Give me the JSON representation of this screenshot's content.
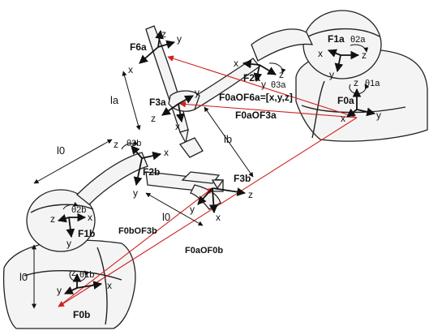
{
  "colors": {
    "vector_red": "#d21f1f",
    "ink": "#111111",
    "device_fill": "#f4f4f4"
  },
  "labels": {
    "F6a": "F6a",
    "F1a": "F1a",
    "theta2a": "θ2a",
    "F2a": "F2a",
    "theta3a": "θ3a",
    "F0aOF6a": "F0aOF6a=[x,y,z]",
    "F3a": "F3a",
    "F0aOF3a": "F0aOF3a",
    "theta1a": "θ1a",
    "F0a": "F0a",
    "la": "la",
    "lb_top": "lb",
    "l0_upper": "l0",
    "theta3b": "θ3b",
    "F2b": "F2b",
    "F3b": "F3b",
    "theta2b": "θ2b",
    "F1b": "F1b",
    "F0bOF3b": "F0bOF3b",
    "l0_mid": "l0",
    "F0aOF0b": "F0aOF0b",
    "l0_left": "l0",
    "theta1b": "θ1b",
    "F0b": "F0b"
  },
  "axes": {
    "x": "x",
    "y": "y",
    "z": "z"
  }
}
